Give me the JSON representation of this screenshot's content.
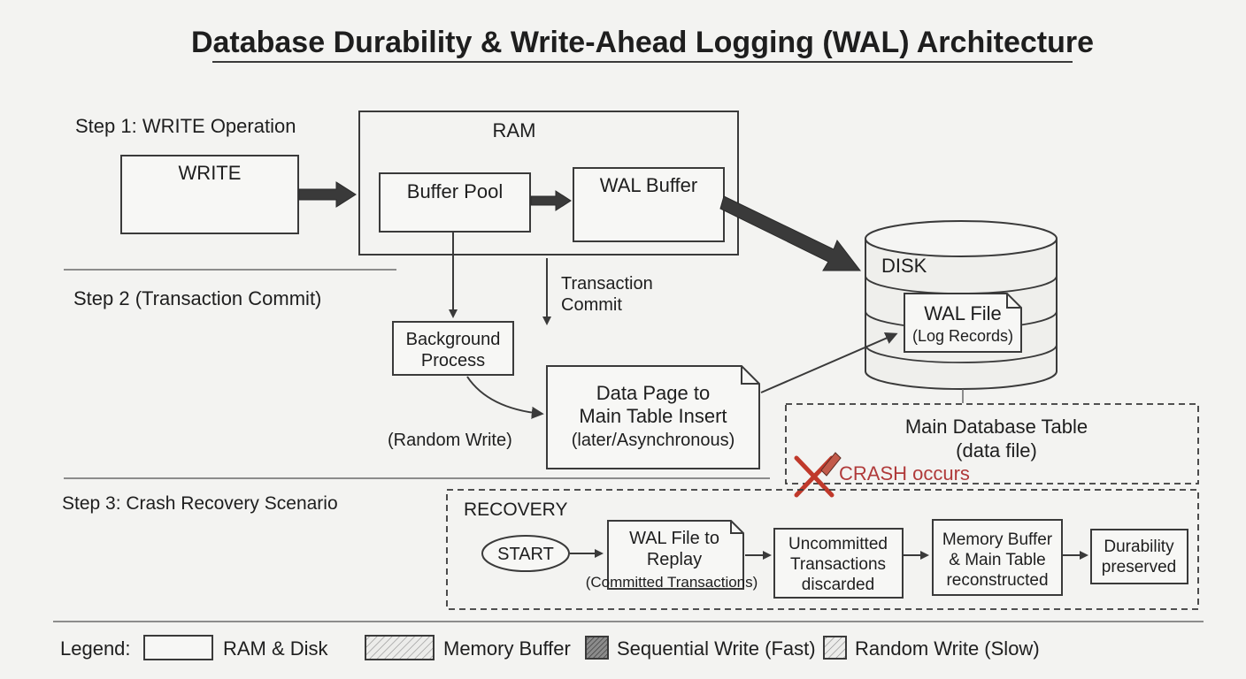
{
  "title": "Database Durability & Write-Ahead Logging (WAL) Architecture",
  "steps": {
    "step1": "Step 1: WRITE Operation",
    "step2": "Step 2 (Transaction Commit)",
    "step3": "Step 3: Crash Recovery Scenario"
  },
  "nodes": {
    "write": "WRITE",
    "ram": "RAM",
    "buffer_pool": "Buffer Pool",
    "wal_buffer": "WAL Buffer",
    "disk": "DISK",
    "wal_file_line1": "WAL File",
    "wal_file_line2": "(Log Records)",
    "transaction_commit_line1": "Transaction",
    "transaction_commit_line2": "Commit",
    "background_line1": "Background",
    "background_line2": "Process",
    "data_page_line1": "Data Page to",
    "data_page_line2": "Main Table Insert",
    "data_page_line3": "(later/Asynchronous)",
    "random_write": "(Random Write)",
    "main_table_line1": "Main Database Table",
    "main_table_line2": "(data file)",
    "crash": "CRASH occurs"
  },
  "recovery": {
    "label": "RECOVERY",
    "start": "START",
    "replay_line1": "WAL File to",
    "replay_line2": "Replay",
    "replay_line3": "(Committed Transactions)",
    "uncommitted_line1": "Uncommitted",
    "uncommitted_line2": "Transactions",
    "uncommitted_line3": "discarded",
    "reconstruct_line1": "Memory Buffer",
    "reconstruct_line2": "& Main Table",
    "reconstruct_line3": "reconstructed",
    "durability_line1": "Durability",
    "durability_line2": "preserved"
  },
  "legend": {
    "label": "Legend:",
    "ram_disk": "RAM & Disk",
    "memory_buffer": "Memory Buffer",
    "sequential": "Sequential Write (Fast)",
    "random": "Random Write (Slow)"
  },
  "colors": {
    "ink": "#1e1e1e",
    "crash": "#b03a3a",
    "paper": "#f3f3f1"
  }
}
